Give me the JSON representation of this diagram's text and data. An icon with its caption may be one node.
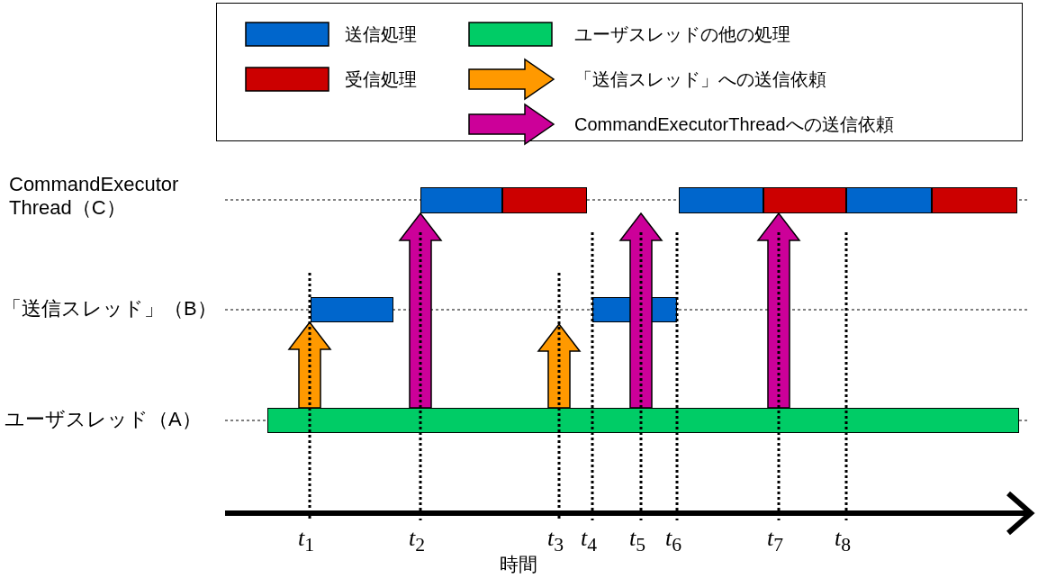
{
  "diagram": {
    "nodes": [
      {
        "text": [],
        "shape": "bar"
      },
      {
        "text": [],
        "shape": "bar"
      },
      {
        "text": [],
        "shape": "bar"
      },
      {
        "text": [],
        "shape": "bar"
      },
      {
        "text": [],
        "shape": "bar"
      },
      {
        "text": [],
        "shape": "bar"
      },
      {
        "text": [],
        "shape": "bar"
      },
      {
        "text": [],
        "shape": "bar"
      },
      {
        "text": [],
        "shape": "bar"
      }
    ],
    "edges": [
      {
        "from": 0,
        "to": 1,
        "arrow": "to",
        "color": "#ff9900"
      },
      {
        "from": 0,
        "to": 3,
        "arrow": "to",
        "color": "#cc0099"
      },
      {
        "from": 0,
        "to": null,
        "arrow": "to",
        "color": "#ff9900"
      },
      {
        "from": 0,
        "to": null,
        "arrow": "to",
        "color": "#cc0099"
      },
      {
        "from": 0,
        "to": 6,
        "arrow": "to",
        "color": "#cc0099"
      }
    ],
    "labels": [
      "CommandExecutor Thread（C）",
      "「送信スレッド」（B）",
      "ユーザスレッド（A）",
      "*t*$_{1}$",
      "*t*$_{2}$",
      "*t*$_{3}$",
      "*t*$_{4}$",
      "*t*$_{5}$",
      "*t*$_{6}$",
      "*t*$_{7}$",
      "*t*$_{8}$",
      "時間"
    ],
    "legend": [
      {
        "text": "送信処理",
        "color": "#0066cc"
      },
      {
        "text": "ユーザスレッドの他の処理",
        "color": "#00cc66"
      },
      {
        "text": "受信処理",
        "color": "#cc0000"
      },
      {
        "text": "「送信スレッド」への送信依頼"
      },
      {
        "text": "CommandExecutorThreadへの送信依頼"
      }
    ]
  }
}
